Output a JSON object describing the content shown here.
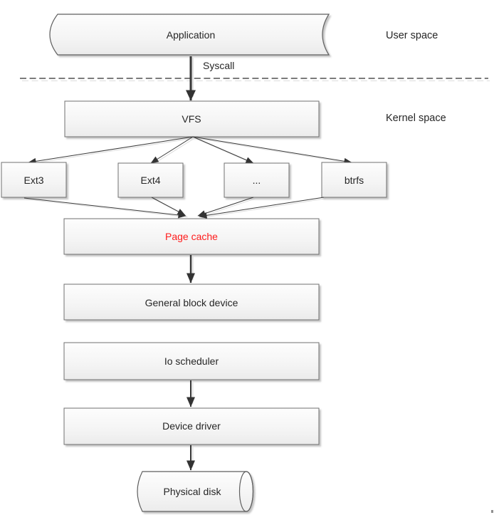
{
  "diagram": {
    "title_hint": "Linux IO stack diagram",
    "nodes": {
      "application": {
        "label": "Application"
      },
      "vfs": {
        "label": "VFS"
      },
      "ext3": {
        "label": "Ext3"
      },
      "ext4": {
        "label": "Ext4"
      },
      "dots": {
        "label": "..."
      },
      "btrfs": {
        "label": "btrfs"
      },
      "page_cache": {
        "label": "Page cache",
        "color": "#ff1c1c"
      },
      "general_block_device": {
        "label": "General block device"
      },
      "io_scheduler": {
        "label": "Io scheduler"
      },
      "device_driver": {
        "label": "Device driver"
      },
      "physical_disk": {
        "label": "Physical disk"
      }
    },
    "annotations": {
      "syscall": {
        "label": "Syscall"
      },
      "user_space": {
        "label": "User space"
      },
      "kernel_space": {
        "label": "Kernel space"
      }
    },
    "colors": {
      "text": "#262626",
      "page_cache_text": "#ff1c1c",
      "box_border": "#6f6f6f",
      "arrow": "#383838",
      "dashed_separator": "#6a6a6a"
    }
  }
}
